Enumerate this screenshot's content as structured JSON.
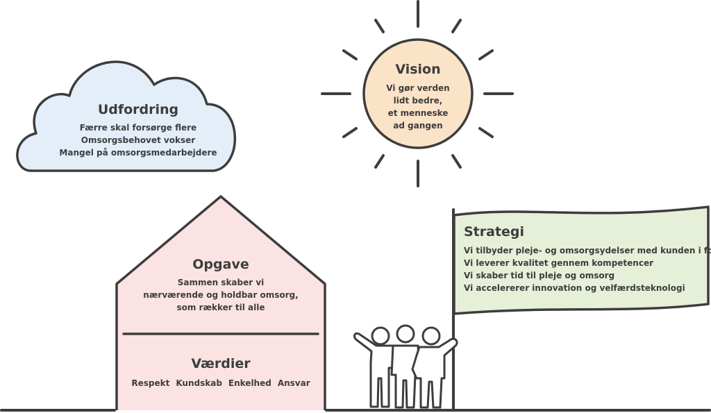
{
  "cloud": {
    "title": "Udfordring",
    "lines": [
      "Færre skal forsørge flere",
      "Omsorgsbehovet vokser",
      "Mangel på omsorgsmedarbejdere"
    ]
  },
  "sun": {
    "title": "Vision",
    "lines": [
      "Vi gør verden",
      "lidt bedre,",
      "et menneske",
      "ad gangen"
    ]
  },
  "house": {
    "top_title": "Opgave",
    "top_lines": [
      "Sammen skaber vi",
      "nærværende og holdbar omsorg,",
      "som rækker til alle"
    ],
    "bottom_title": "Værdier",
    "values": [
      "Respekt",
      "Kundskab",
      "Enkelhed",
      "Ansvar"
    ]
  },
  "flag": {
    "title": "Strategi",
    "lines": [
      "Vi tilbyder pleje- og omsorgsydelser med kunden i fokus",
      "Vi leverer kvalitet gennem kompetencer",
      "Vi skaber tid til pleje og omsorg",
      "Vi accelererer innovation og velfærdsteknologi"
    ]
  },
  "colors": {
    "stroke": "#3d3d3d",
    "cloud_fill": "#e3eef9",
    "sun_fill": "#fbe3c8",
    "house_fill": "#fbe3e3",
    "flag_fill": "#e6f0d9",
    "people_fill": "#ffffff"
  }
}
